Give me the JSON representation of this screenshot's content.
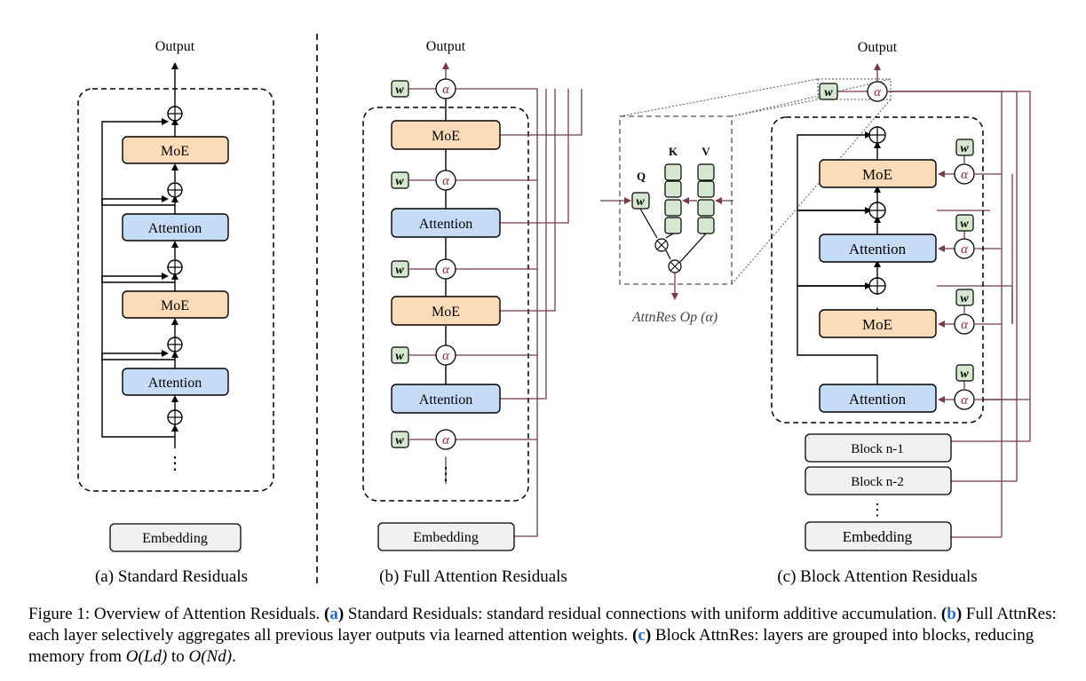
{
  "labels": {
    "output": "Output",
    "moe": "MoE",
    "attention": "Attention",
    "embedding": "Embedding",
    "block_n1": "Block n-1",
    "block_n2": "Block n-2",
    "w": "w",
    "alpha": "α",
    "q": "Q",
    "k": "K",
    "v": "V",
    "op_label": "AttnRes Op (α)",
    "dots": "⋮"
  },
  "subtitles": {
    "a": "(a) Standard Residuals",
    "b": "(b) Full Attention Residuals",
    "c": "(c) Block Attention Residuals"
  },
  "caption": {
    "figure": "Figure 1: Overview of Attention Residuals.",
    "ref_a": "a",
    "text_a": "Standard Residuals: standard residual connections with uniform additive accumulation.",
    "ref_b": "b",
    "text_b": "Full AttnRes: each layer selectively aggregates all previous layer outputs via learned attention weights.",
    "ref_c": "c",
    "text_c": "Block AttnRes: layers are grouped into blocks, reducing memory from",
    "math1": "O(Ld)",
    "to": "to",
    "math2": "O(Nd)",
    "end": "."
  },
  "colors": {
    "moe_fill": "#fcdcb8",
    "attention_fill": "#c6dbf5",
    "w_fill": "#d5e8cf",
    "gray_fill": "#f1f1f1",
    "residual_line": "#7a3a4a",
    "alpha_text": "#b2182b",
    "ref_blue": "#1f6fd1"
  }
}
